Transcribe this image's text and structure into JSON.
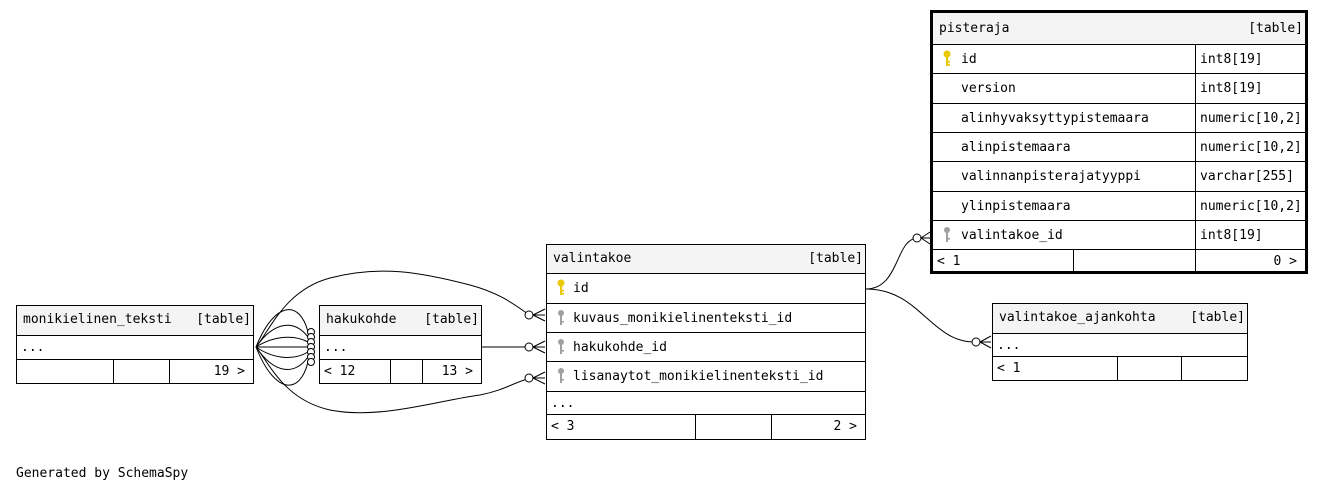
{
  "tables": {
    "pisteraja": {
      "name": "pisteraja",
      "kind": "[table]",
      "columns": [
        {
          "name": "id",
          "type": "int8[19]",
          "key": "primary"
        },
        {
          "name": "version",
          "type": "int8[19]",
          "key": "none"
        },
        {
          "name": "alinhyvaksyttypistemaara",
          "type": "numeric[10,2]",
          "key": "none"
        },
        {
          "name": "alinpistemaara",
          "type": "numeric[10,2]",
          "key": "none"
        },
        {
          "name": "valinnanpisterajatyyppi",
          "type": "varchar[255]",
          "key": "none"
        },
        {
          "name": "ylinpistemaara",
          "type": "numeric[10,2]",
          "key": "none"
        },
        {
          "name": "valintakoe_id",
          "type": "int8[19]",
          "key": "foreign"
        }
      ],
      "footer": {
        "left": "< 1",
        "right": "0 >"
      }
    },
    "valintakoe": {
      "name": "valintakoe",
      "kind": "[table]",
      "columns": [
        {
          "name": "id",
          "key": "primary"
        },
        {
          "name": "kuvaus_monikielinenteksti_id",
          "key": "foreign"
        },
        {
          "name": "hakukohde_id",
          "key": "foreign"
        },
        {
          "name": "lisanaytot_monikielinenteksti_id",
          "key": "foreign"
        }
      ],
      "more": "...",
      "footer": {
        "left": "< 3",
        "right": "2 >"
      }
    },
    "monikielinen_teksti": {
      "name": "monikielinen_teksti",
      "kind": "[table]",
      "more": "...",
      "footer": {
        "left": "",
        "right": "19 >"
      }
    },
    "hakukohde": {
      "name": "hakukohde",
      "kind": "[table]",
      "more": "...",
      "footer": {
        "left": "< 12",
        "right": "13 >"
      }
    },
    "valintakoe_ajankohta": {
      "name": "valintakoe_ajankohta",
      "kind": "[table]",
      "more": "...",
      "footer": {
        "left": "< 1",
        "right": ""
      }
    }
  },
  "caption": "Generated by SchemaSpy",
  "colors": {
    "primary_key": "#e8c800",
    "foreign_key": "#a0a0a0",
    "header_bg": "#f4f4f4"
  }
}
